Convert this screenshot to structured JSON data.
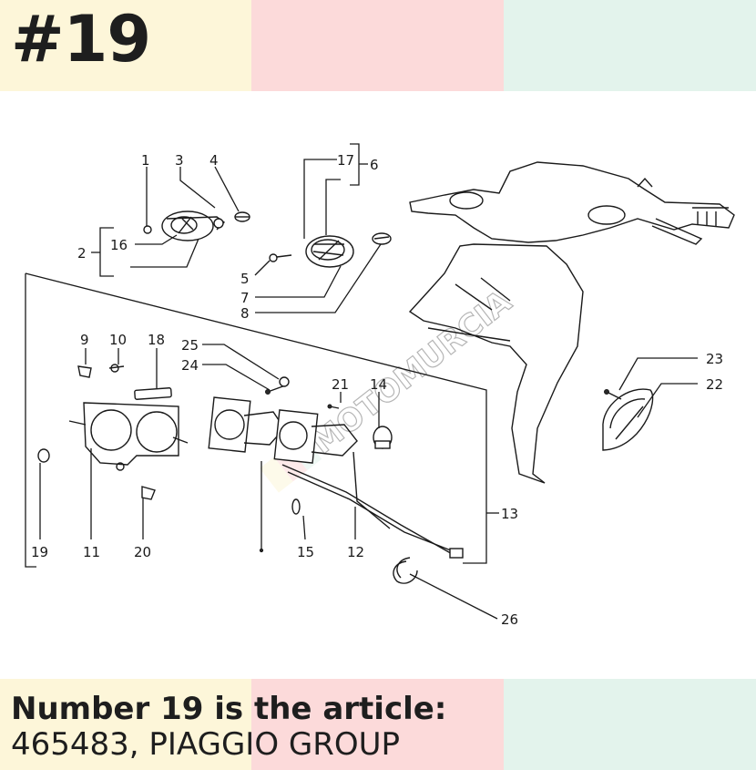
{
  "header": {
    "part_number_label": "#19",
    "band_colors": [
      "#fdf6d9",
      "#fcdada",
      "#e3f3ec"
    ]
  },
  "diagram": {
    "watermark": "MOTOMURCIA",
    "callouts": [
      "1",
      "2",
      "3",
      "4",
      "5",
      "6",
      "7",
      "8",
      "9",
      "10",
      "11",
      "12",
      "13",
      "14",
      "15",
      "16",
      "17",
      "18",
      "19",
      "20",
      "21",
      "22",
      "23",
      "24",
      "25",
      "26"
    ]
  },
  "caption": {
    "line1": "Number 19 is the article:",
    "line2": "465483, PIAGGIO GROUP"
  }
}
